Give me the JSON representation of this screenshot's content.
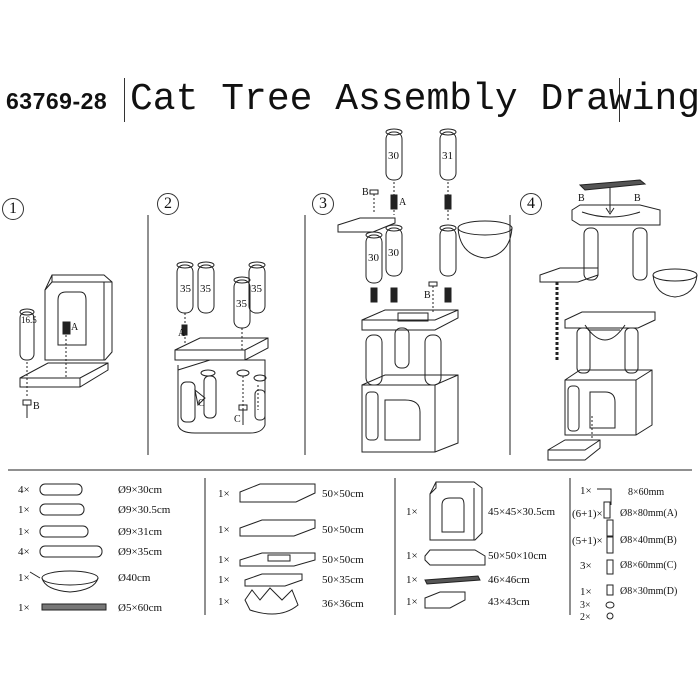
{
  "header": {
    "model_number": "63769-28",
    "title": "Cat Tree Assembly Drawing"
  },
  "steps": [
    {
      "number": "1"
    },
    {
      "number": "2"
    },
    {
      "number": "3"
    },
    {
      "number": "4"
    }
  ],
  "drawing_labels": {
    "s1_post": "16.5",
    "s1_bolt": "B",
    "s1_a": "A",
    "s2_posts": [
      "35",
      "35",
      "35",
      "35"
    ],
    "s2_a": "A",
    "s2_c1": "C",
    "s2_c2": "C",
    "s3_posts": [
      "30",
      "31",
      "30",
      "30"
    ],
    "s3_b1": "B",
    "s3_b2": "B",
    "s3_a": "A",
    "s4_b1": "B",
    "s4_b2": "B"
  },
  "parts_list": {
    "posts": [
      {
        "qty": "4×",
        "size": "Ø9×30cm"
      },
      {
        "qty": "1×",
        "size": "Ø9×30.5cm"
      },
      {
        "qty": "1×",
        "size": "Ø9×31cm"
      },
      {
        "qty": "4×",
        "size": "Ø9×35cm"
      },
      {
        "qty": "1×",
        "size": "Ø40cm"
      },
      {
        "qty": "1×",
        "size": "Ø5×60cm"
      }
    ],
    "panels": [
      {
        "qty": "1×",
        "size": "50×50cm"
      },
      {
        "qty": "1×",
        "size": "50×50cm"
      },
      {
        "qty": "1×",
        "size": "50×50cm"
      },
      {
        "qty": "1×",
        "size": "50×35cm"
      },
      {
        "qty": "1×",
        "size": "36×36cm"
      }
    ],
    "large": [
      {
        "qty": "1×",
        "size": "45×45×30.5cm"
      },
      {
        "qty": "1×",
        "size": "50×50×10cm"
      },
      {
        "qty": "1×",
        "size": "46×46cm"
      },
      {
        "qty": "1×",
        "size": "43×43cm"
      }
    ],
    "hardware": [
      {
        "qty": "1×",
        "size": "8×60mm"
      },
      {
        "qty": "(6+1)×",
        "size": "Ø8×80mm(A)"
      },
      {
        "qty": "(5+1)×",
        "size": "Ø8×40mm(B)"
      },
      {
        "qty": "3×",
        "size": "Ø8×60mm(C)"
      },
      {
        "qty": "1×",
        "size": "Ø8×30mm(D)"
      },
      {
        "qty": "3×",
        "size": ""
      },
      {
        "qty": "2×",
        "size": ""
      }
    ]
  }
}
